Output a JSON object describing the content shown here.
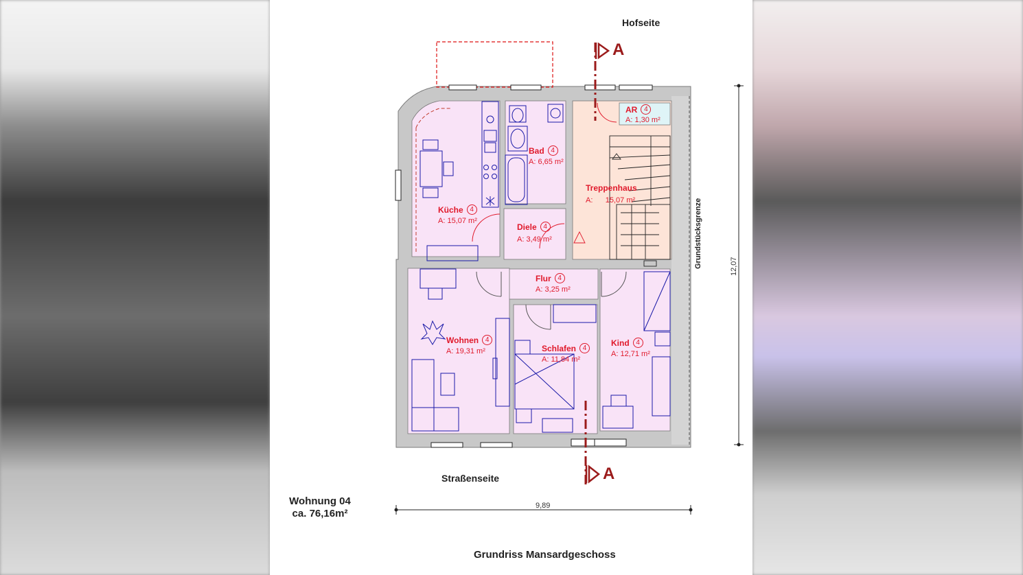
{
  "plan": {
    "title": "Grundriss Mansardgeschoss",
    "apartment": {
      "name": "Wohnung 04",
      "total_area": "ca. 76,16m²"
    },
    "orientation": {
      "top": "Hofseite",
      "bottom": "Straßenseite",
      "right": "Grundstücksgrenze"
    },
    "dimensions": {
      "width": "9,89",
      "height": "12,07"
    },
    "section_label": "A",
    "rooms": [
      {
        "name": "Küche",
        "number": "4",
        "area": "A: 15,07 m²"
      },
      {
        "name": "Bad",
        "number": "4",
        "area": "A: 6,65 m²"
      },
      {
        "name": "AR",
        "number": "4",
        "area": "A: 1,30 m²"
      },
      {
        "name": "Treppenhaus",
        "number": "",
        "area": "A:      15,07 m²"
      },
      {
        "name": "Diele",
        "number": "4",
        "area": "A: 3,49 m²"
      },
      {
        "name": "Flur",
        "number": "4",
        "area": "A: 3,25 m²"
      },
      {
        "name": "Wohnen",
        "number": "4",
        "area": "A: 19,31 m²"
      },
      {
        "name": "Schlafen",
        "number": "4",
        "area": "A: 11,84 m²"
      },
      {
        "name": "Kind",
        "number": "4",
        "area": "A: 12,71 m²"
      }
    ],
    "colors": {
      "wall": "#c8c8c8",
      "room_fill": "#f9e3f7",
      "stair_fill": "#fde4d8",
      "storage_fill": "#dff4f7",
      "furniture": "#1a1aa8",
      "label": "#e0192b",
      "section_line": "#9b1b1b"
    }
  }
}
